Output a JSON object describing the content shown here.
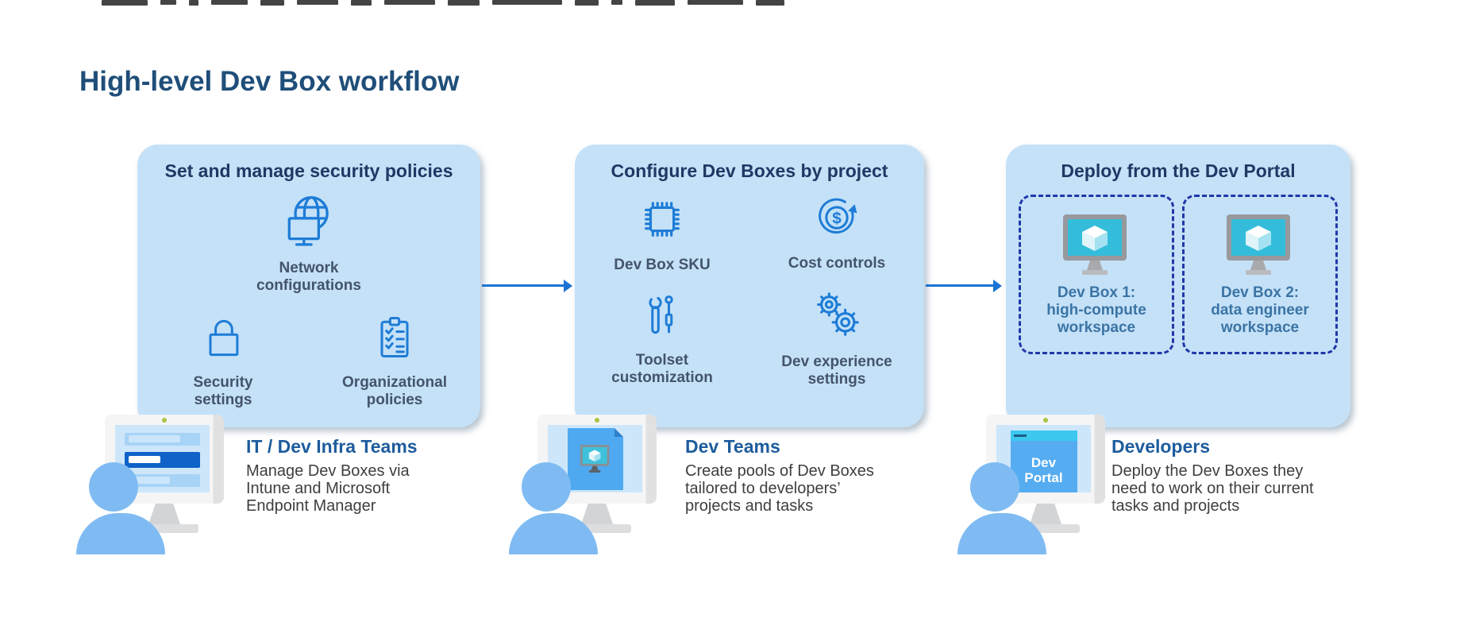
{
  "page": {
    "title": "High-level Dev Box workflow"
  },
  "colors": {
    "page-title": "#1F4E79",
    "panel-bg": "#C4E1F8",
    "panel-title": "#1F3864",
    "label": "#44546A",
    "accent-blue": "#1E7CD6",
    "arrow": "#1B74D4",
    "dashed-border": "#2038A8",
    "devbox-label": "#3B74A4",
    "actor-title": "#1D5C9D",
    "actor-desc": "#3E3E3E",
    "person": "#7FBBF2",
    "window-blue": "#4FA9F0",
    "portal-titlebar": "#3DC8F0",
    "devbox-screen-cyan": "#33BDDA",
    "form-bar-dark": "#0E62C8"
  },
  "icons": {
    "cost_glyph": "$"
  },
  "panels": [
    {
      "title": "Set and manage security policies",
      "items": [
        {
          "icon": "network-globe-monitor-icon",
          "label_lines": [
            "Network",
            "configurations"
          ]
        },
        {
          "icon": "lock-icon",
          "label_lines": [
            "Security",
            "settings"
          ]
        },
        {
          "icon": "clipboard-checklist-icon",
          "label_lines": [
            "Organizational",
            "policies"
          ]
        }
      ]
    },
    {
      "title": "Configure Dev Boxes by project",
      "items": [
        {
          "icon": "cpu-chip-icon",
          "label_lines": [
            "Dev Box SKU"
          ]
        },
        {
          "icon": "cost-cycle-icon",
          "label_lines": [
            "Cost controls"
          ]
        },
        {
          "icon": "toolset-icon",
          "label_lines": [
            "Toolset",
            "customization"
          ]
        },
        {
          "icon": "gears-icon",
          "label_lines": [
            "Dev experience",
            "settings"
          ]
        }
      ]
    },
    {
      "title": "Deploy from the Dev Portal",
      "dev_boxes": [
        {
          "icon": "devbox-monitor-icon",
          "label_lines": [
            "Dev Box 1:",
            "high-compute",
            "workspace"
          ]
        },
        {
          "icon": "devbox-monitor-icon",
          "label_lines": [
            "Dev Box 2:",
            "data engineer",
            "workspace"
          ]
        }
      ]
    }
  ],
  "actors": [
    {
      "title": "IT / Dev Infra Teams",
      "description_lines": [
        "Manage Dev Boxes via",
        "Intune and Microsoft",
        "Endpoint Manager"
      ],
      "screen": "settings-form"
    },
    {
      "title": "Dev Teams",
      "description_lines": [
        "Create pools of Dev Boxes",
        "tailored to developers’",
        "projects and tasks"
      ],
      "screen": "devbox-pool-window"
    },
    {
      "title": "Developers",
      "description_lines": [
        "Deploy the Dev Boxes they",
        "need to work on their current",
        "tasks and projects"
      ],
      "screen": "dev-portal-window",
      "screen_label_lines": [
        "Dev",
        "Portal"
      ]
    }
  ]
}
